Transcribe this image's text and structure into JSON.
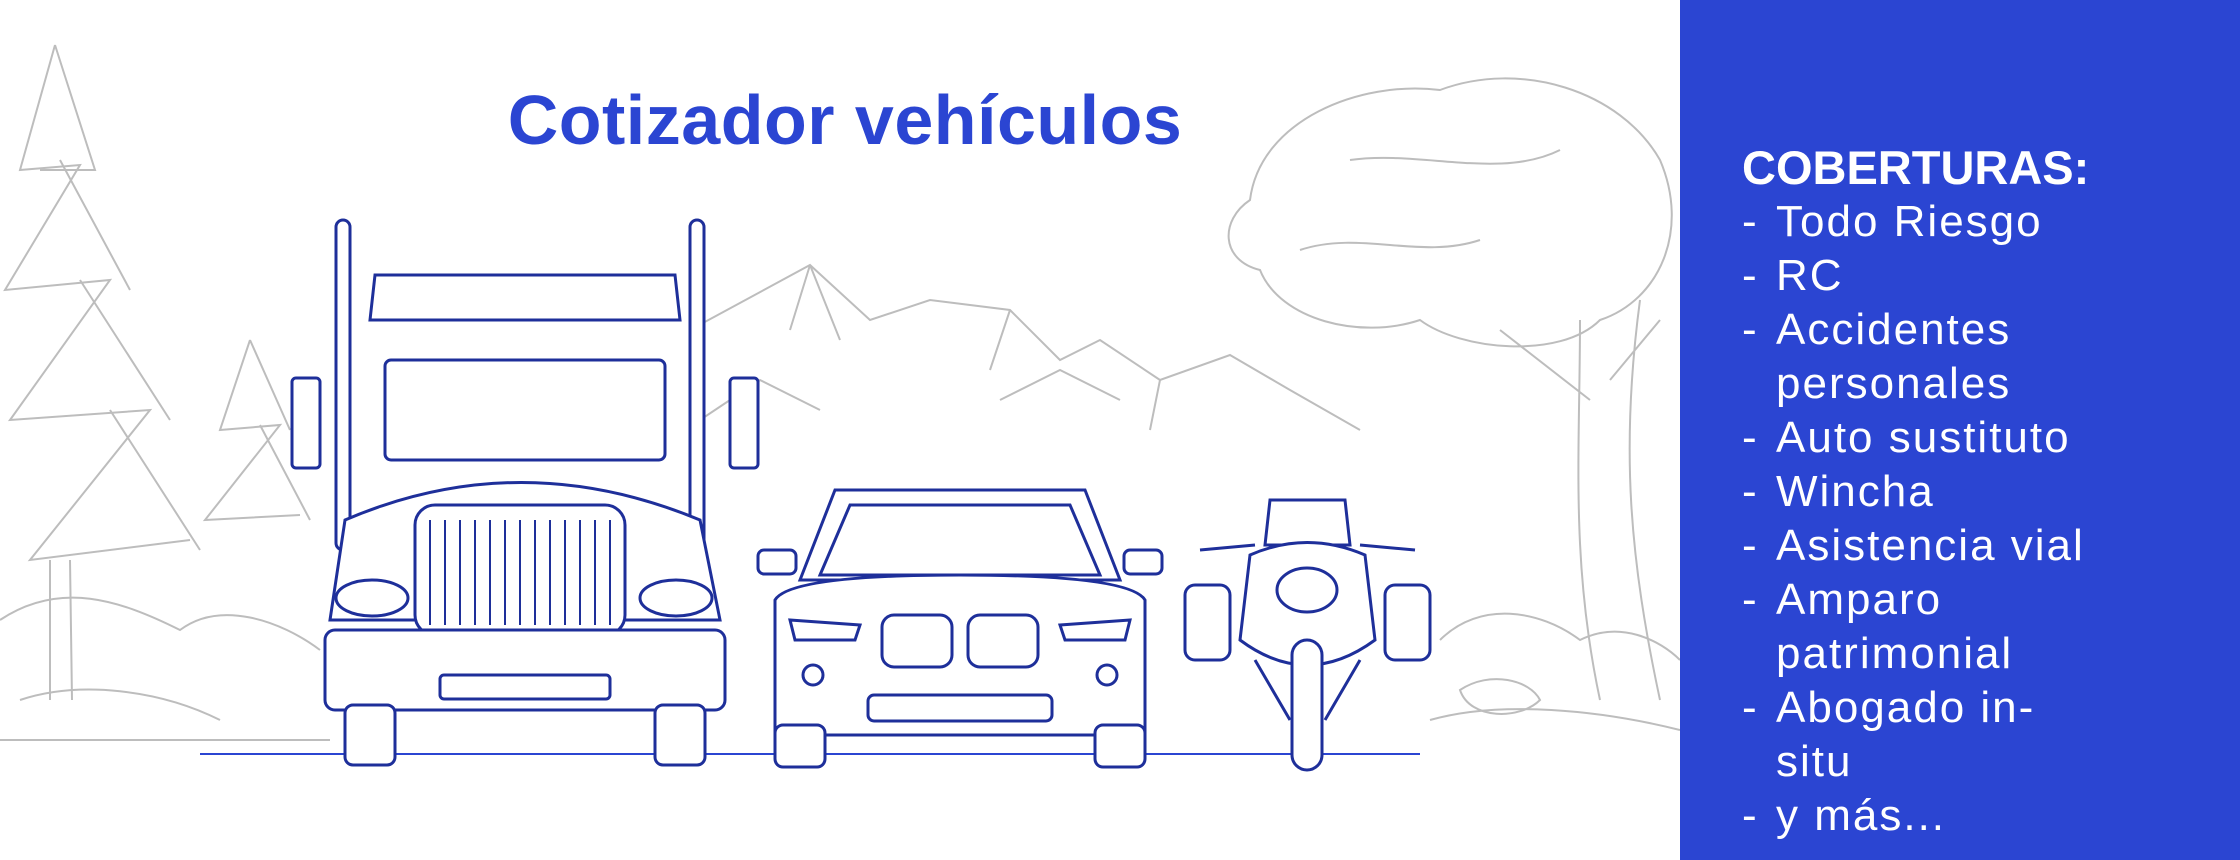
{
  "title": "Cotizador vehículos",
  "coverage": {
    "heading": "COBERTURAS:",
    "bullet": "-",
    "items": [
      "Todo Riesgo",
      "RC",
      "Accidentes personales",
      "Auto sustituto",
      "Wincha",
      "Asistencia vial",
      "Amparo patrimonial",
      "Abogado in-situ",
      "y más..."
    ]
  },
  "colors": {
    "brand": "#2b45d2",
    "sketch": "#b8b8b8",
    "vehicle": "#1e2f9a"
  }
}
